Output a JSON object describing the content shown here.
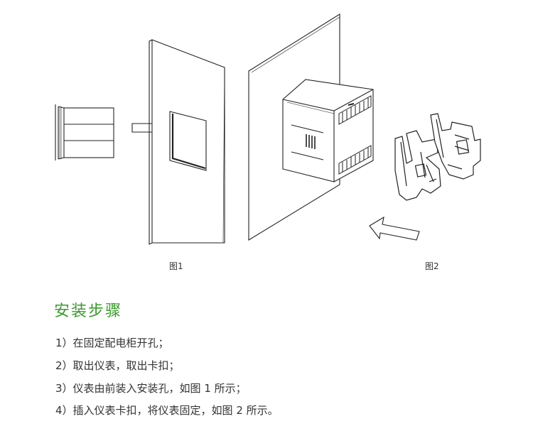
{
  "figures": {
    "figure1_caption": "图1",
    "figure2_caption": "图2"
  },
  "section": {
    "title": "安装步骤"
  },
  "steps": [
    "1）在固定配电柜开孔；",
    "2）取出仪表，取出卡扣；",
    "3）仪表由前装入安装孔，如图 1 所示；",
    "4）插入仪表卡扣，将仪表固定，如图 2 所示。"
  ],
  "colors": {
    "title_green": "#3a9a2c",
    "line": "#222222"
  }
}
